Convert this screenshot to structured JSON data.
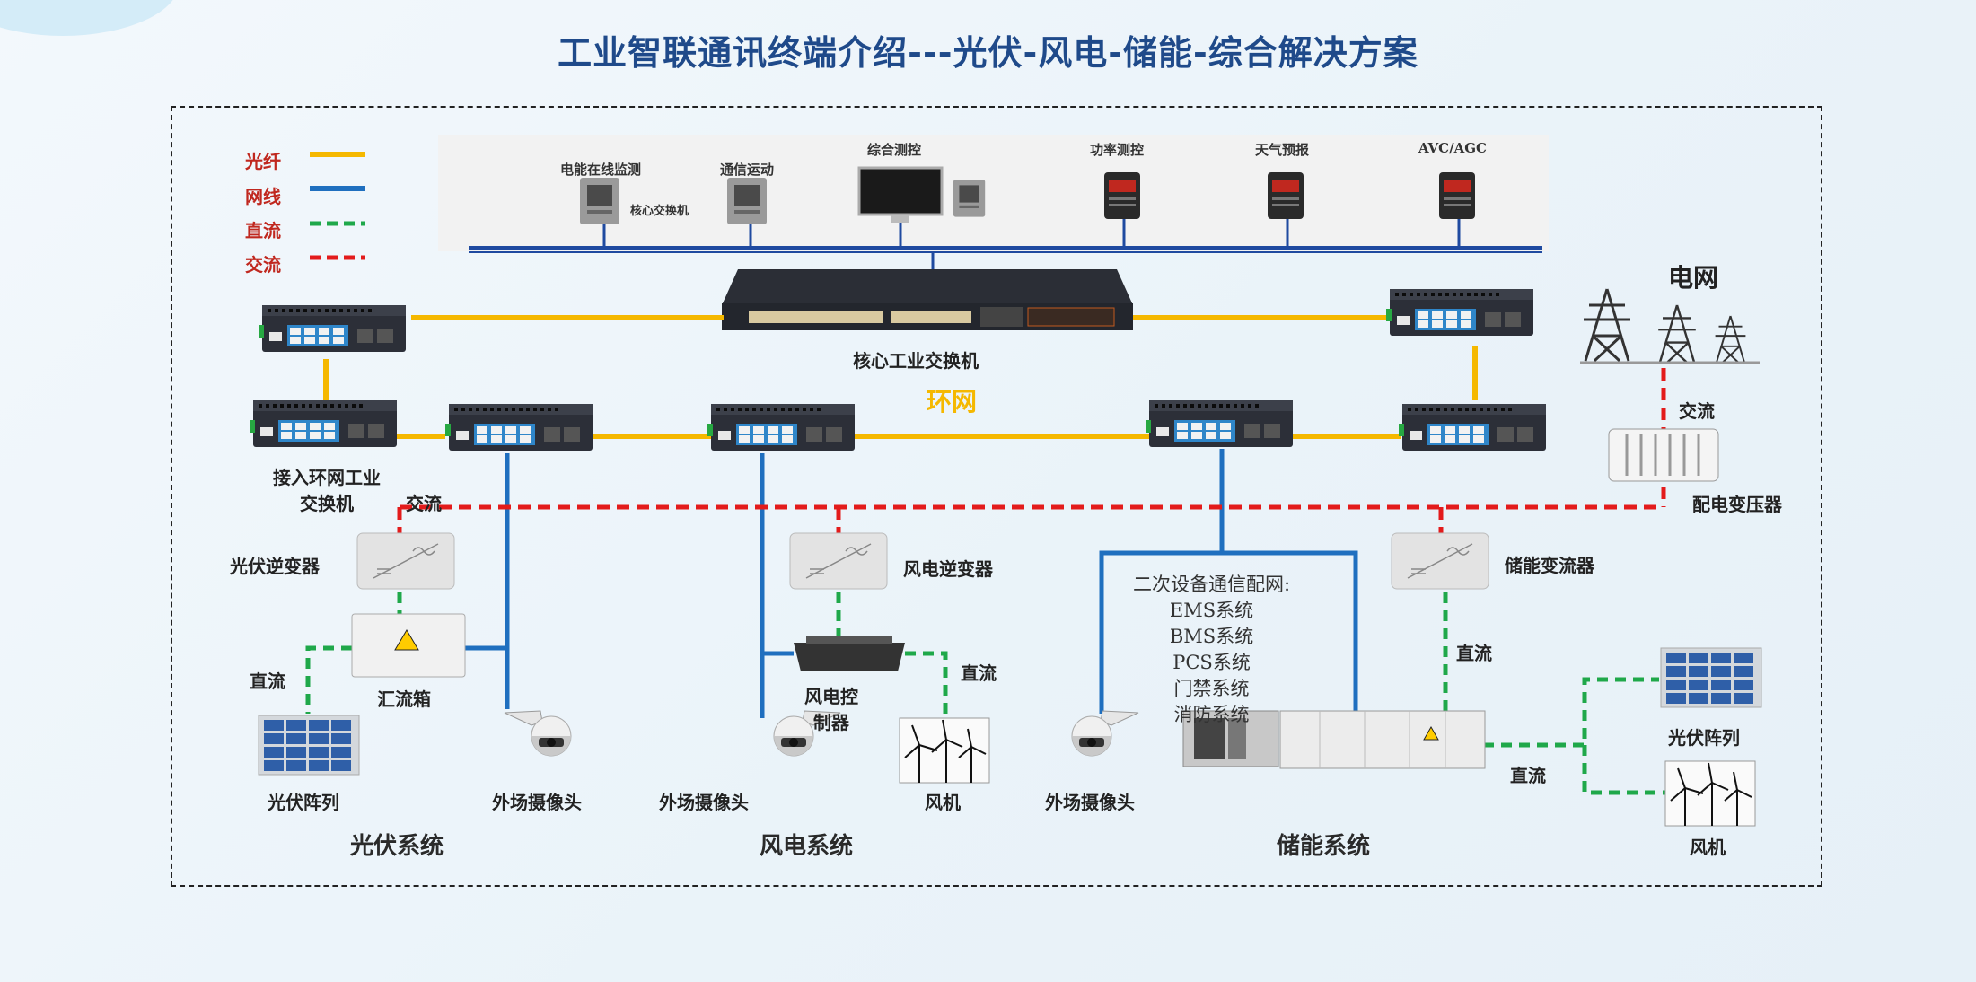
{
  "title": "工业智联通讯终端介绍---光伏-风电-储能-综合解决方案",
  "legend": [
    {
      "label": "光纤",
      "color": "#f5b800",
      "style": "solid"
    },
    {
      "label": "网线",
      "color": "#1f6fbf",
      "style": "solid"
    },
    {
      "label": "直流",
      "color": "#1fa84a",
      "style": "dashed"
    },
    {
      "label": "交流",
      "color": "#e31b1b",
      "style": "dashed"
    }
  ],
  "top_devices": [
    "电能在线监测",
    "通信运动",
    "综合测控",
    "功率测控",
    "天气预报",
    "AVC/AGC"
  ],
  "top_core_switch_label": "核心交换机",
  "core_switch_label": "核心工业交换机",
  "ring_label": "环网",
  "access_switch_label": [
    "接入环网工业",
    "交换机"
  ],
  "grid": {
    "label": "电网",
    "ac_label": "交流",
    "transformer_label": "配电变压器"
  },
  "pv": {
    "ac_label": "交流",
    "inverter_label": "光伏逆变器",
    "combiner_label": "汇流箱",
    "dc_label": "直流",
    "array_label": "光伏阵列",
    "camera_label": "外场摄像头",
    "system_label": "光伏系统"
  },
  "wind": {
    "inverter_label": "风电逆变器",
    "controller_label": [
      "风电控",
      "制器"
    ],
    "dc_label": "直流",
    "turbine_label": "风机",
    "camera_label": "外场摄像头",
    "system_label": "风电系统"
  },
  "storage": {
    "converter_label": "储能变流器",
    "dc_label": "直流",
    "secondary_net": [
      "二次设备通信配网:",
      "EMS系统",
      "BMS系统",
      "PCS系统",
      "门禁系统",
      "消防系统"
    ],
    "dc_label_2": "直流",
    "pv_array_label": "光伏阵列",
    "turbine_label": "风机",
    "camera_label": "外场摄像头",
    "system_label": "储能系统"
  },
  "colors": {
    "fiber": "#f5b800",
    "ethernet": "#1f6fbf",
    "dc": "#1fa84a",
    "ac": "#e31b1b",
    "title": "#1f4a8a"
  }
}
